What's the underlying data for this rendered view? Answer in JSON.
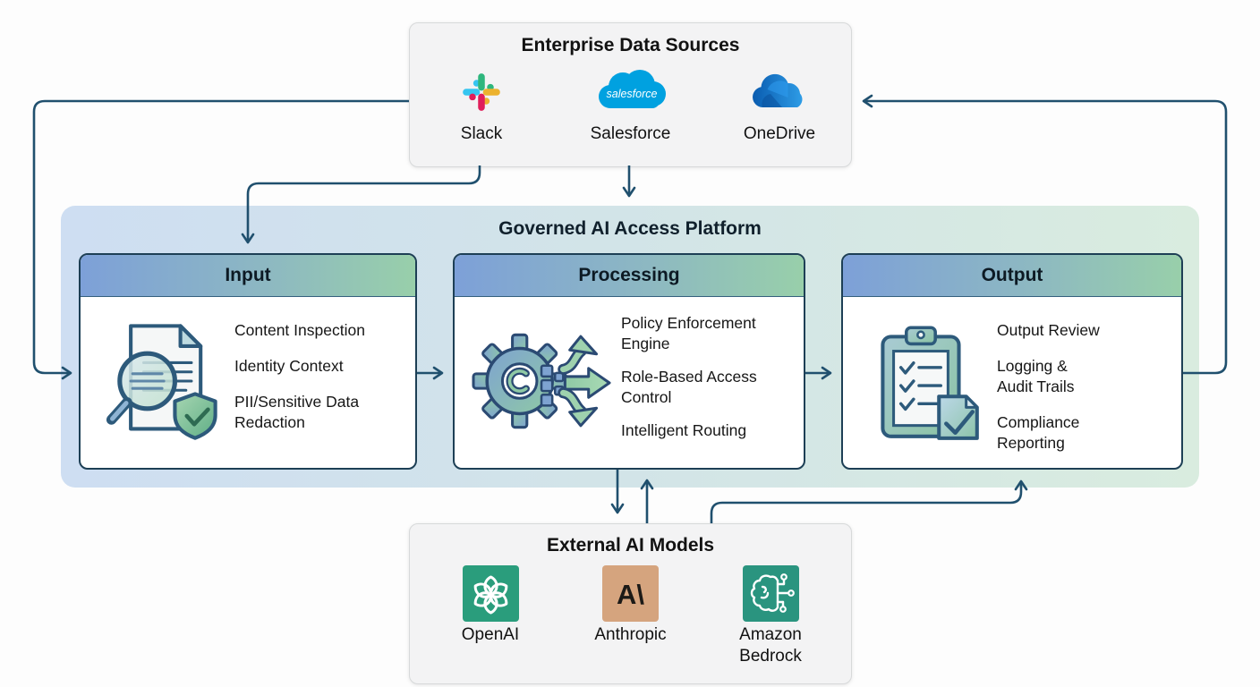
{
  "sources_box": {
    "title": "Enterprise Data Sources",
    "items": [
      {
        "label": "Slack",
        "icon": "slack-logo-icon"
      },
      {
        "label": "Salesforce",
        "icon": "salesforce-logo-icon"
      },
      {
        "label": "OneDrive",
        "icon": "onedrive-logo-icon"
      }
    ]
  },
  "platform": {
    "title": "Governed AI Access Platform",
    "cards": [
      {
        "title": "Input",
        "icon": "document-inspection-icon",
        "items": [
          "Content Inspection",
          "Identity Context",
          "PII/Sensitive Data Redaction"
        ]
      },
      {
        "title": "Processing",
        "icon": "gear-routing-icon",
        "items": [
          "Policy Enforcement Engine",
          "Role-Based Access Control",
          "Intelligent Routing"
        ]
      },
      {
        "title": "Output",
        "icon": "clipboard-checklist-icon",
        "items": [
          "Output Review",
          "Logging & Audit Trails",
          "Compliance Reporting"
        ]
      }
    ]
  },
  "models_box": {
    "title": "External AI Models",
    "items": [
      {
        "label": "OpenAI",
        "icon": "openai-logo-icon"
      },
      {
        "label": "Anthropic",
        "icon": "anthropic-logo-icon"
      },
      {
        "label": "Amazon Bedrock",
        "icon": "amazon-bedrock-logo-icon"
      }
    ]
  },
  "salesforce_wordmark": "salesforce",
  "anthropic_wordmark": "A\\",
  "colors": {
    "arrow": "#20506e",
    "card_border": "#1d3f55",
    "header_gradient_left": "#7da0d8",
    "header_gradient_right": "#98cfaa",
    "platform_gradient_left": "#cedef2",
    "platform_gradient_right": "#d9ecdf",
    "slack_blue": "#36C5F0",
    "slack_green": "#2EB67D",
    "slack_red": "#E01E5A",
    "slack_yellow": "#ECB22E",
    "salesforce_blue": "#00A1E0",
    "openai_teal": "#2a9d7c",
    "anthropic_tan": "#d5a47e",
    "bedrock_teal": "#2a947f"
  }
}
